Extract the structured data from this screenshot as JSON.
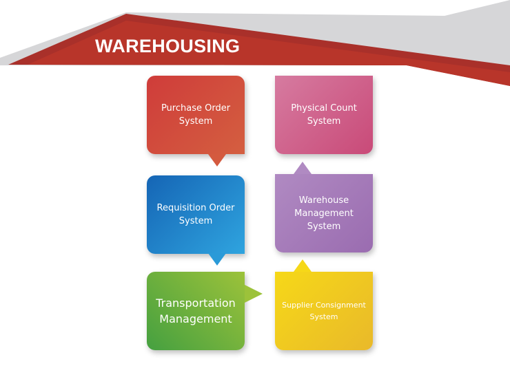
{
  "header": {
    "title": "WAREHOUSING"
  },
  "nodes": [
    {
      "id": "purchase",
      "label": "Purchase Order System",
      "color": "#d2463b"
    },
    {
      "id": "physical",
      "label": "Physical Count System",
      "color": "#d0658f"
    },
    {
      "id": "requisition",
      "label": "Requisition Order System",
      "color": "#1f86cf"
    },
    {
      "id": "warehouse",
      "label": "Warehouse Management System",
      "color": "#a87cba"
    },
    {
      "id": "transportation",
      "label": "Transportation Management",
      "color": "#6cb13c"
    },
    {
      "id": "supplier",
      "label": "Supplier Consignment System",
      "color": "#f2c91a"
    }
  ],
  "flow": [
    "Purchase Order System",
    "Requisition Order System",
    "Transportation Management",
    "Supplier Consignment System",
    "Warehouse Management System",
    "Physical Count System"
  ]
}
